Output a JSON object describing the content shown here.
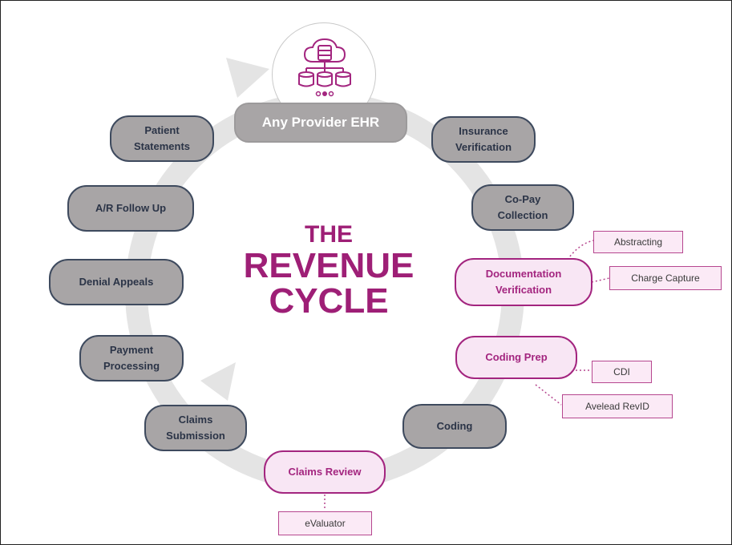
{
  "center_title": {
    "line1": "THE",
    "line2": "REVENUE",
    "line3": "CYCLE"
  },
  "hub": {
    "label": "Any Provider EHR",
    "icon": "cloud-database-icon"
  },
  "steps": {
    "insurance_verification": {
      "line1": "Insurance",
      "line2": "Verification"
    },
    "copay_collection": {
      "line1": "Co-Pay",
      "line2": "Collection"
    },
    "documentation_verification": {
      "line1": "Documentation",
      "line2": "Verification"
    },
    "coding_prep": {
      "line1": "Coding Prep"
    },
    "coding": {
      "line1": "Coding"
    },
    "claims_review": {
      "line1": "Claims Review"
    },
    "claims_submission": {
      "line1": "Claims",
      "line2": "Submission"
    },
    "payment_processing": {
      "line1": "Payment",
      "line2": "Processing"
    },
    "denial_appeals": {
      "line1": "Denial Appeals"
    },
    "ar_follow_up": {
      "line1": "A/R Follow Up"
    },
    "patient_statements": {
      "line1": "Patient",
      "line2": "Statements"
    }
  },
  "tags": {
    "abstracting": "Abstracting",
    "charge_capture": "Charge Capture",
    "cdi": "CDI",
    "avelead_revid": "Avelead RevID",
    "evaluator": "eValuator"
  },
  "colors": {
    "accent": "#9e1f76",
    "pill_gray": "#a8a5a6",
    "pill_border": "#3e4a5e",
    "ring": "#e4e4e4"
  }
}
